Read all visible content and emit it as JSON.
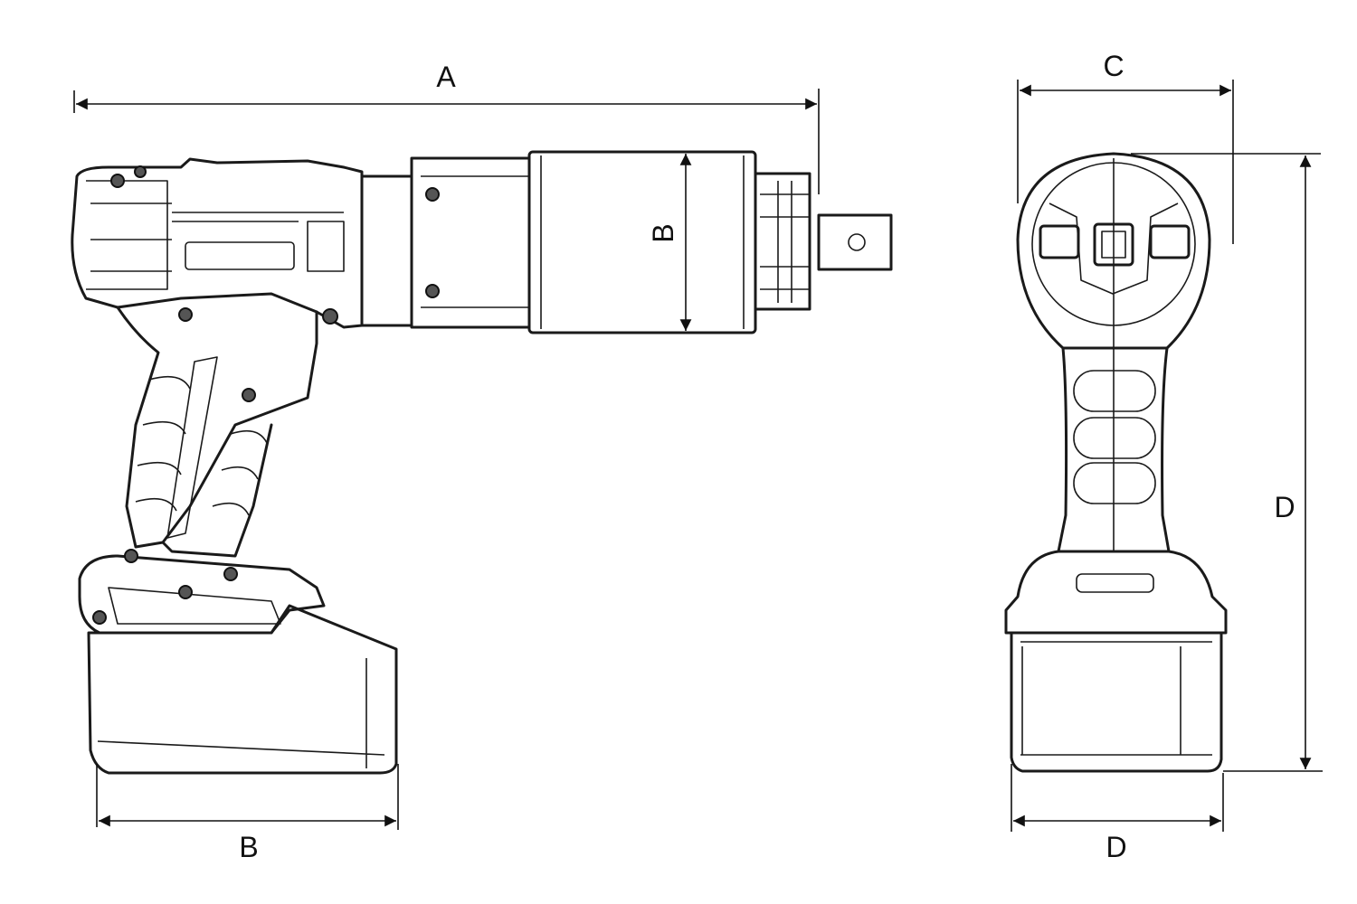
{
  "dimensions": {
    "overall_length": "A",
    "gear_head_height": "B",
    "battery_length": "B",
    "head_width": "C",
    "total_height": "D",
    "battery_width": "D"
  },
  "colors": {
    "line": "#1a1a1a",
    "background": "#ffffff"
  }
}
